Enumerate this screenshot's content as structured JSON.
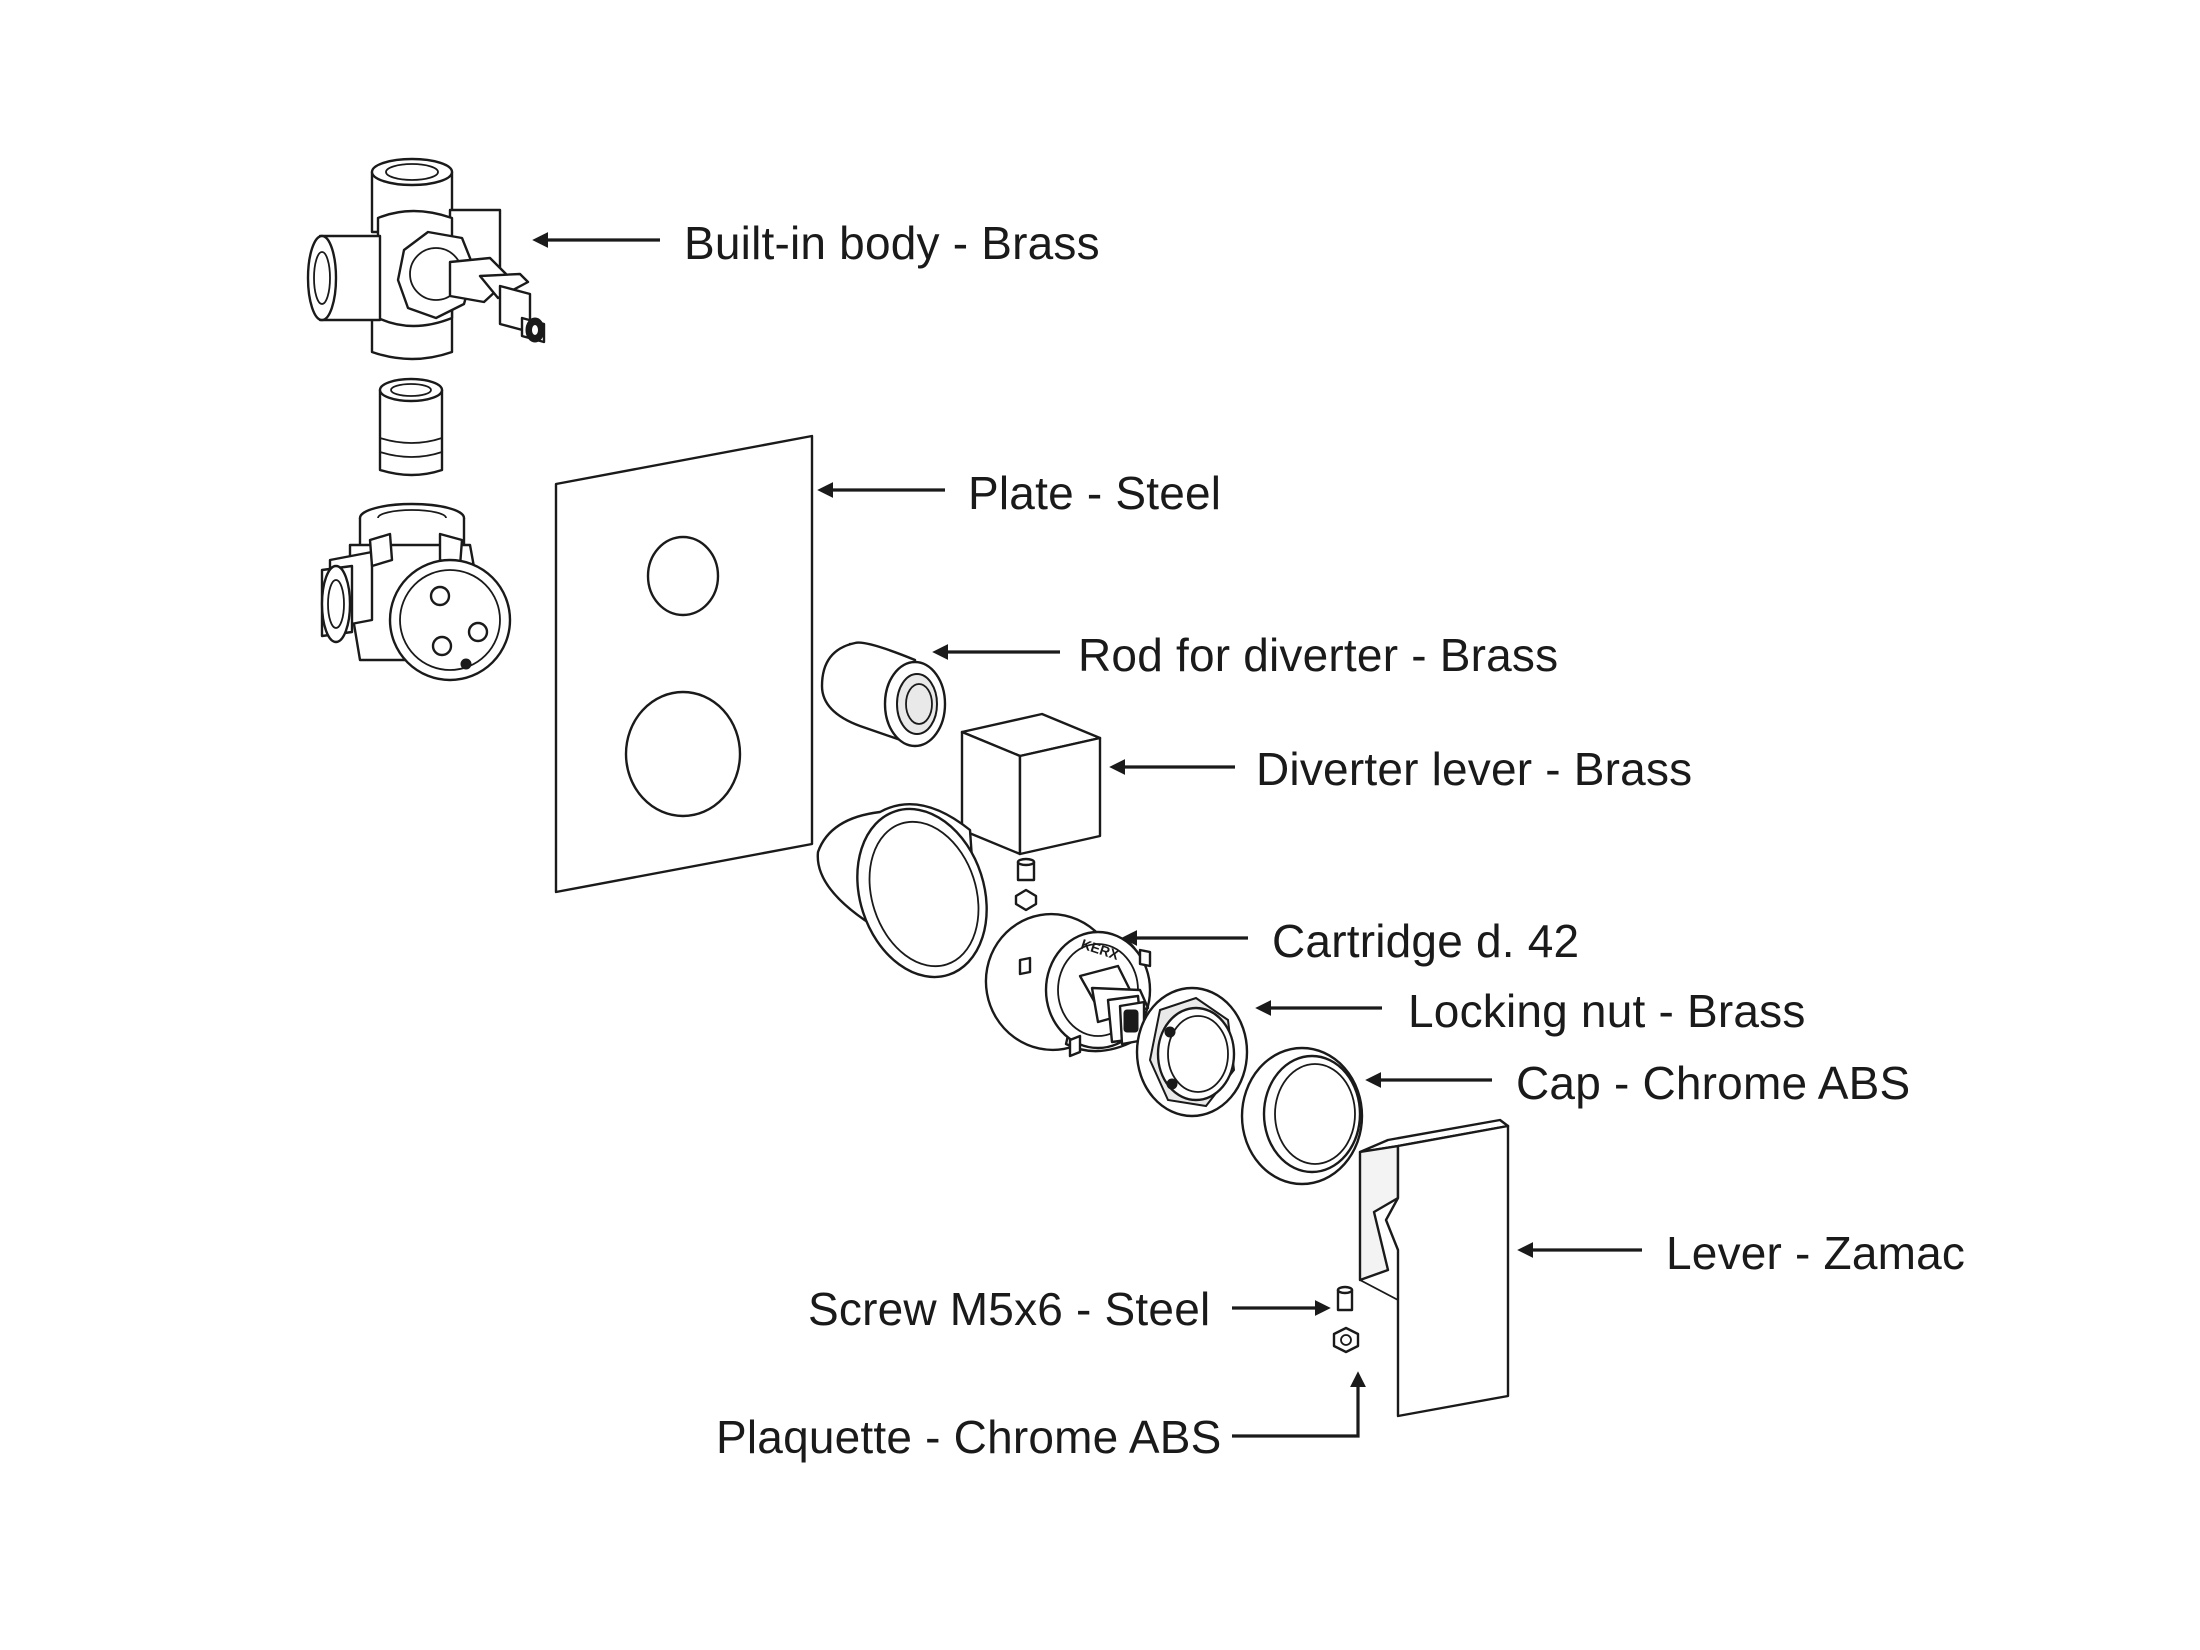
{
  "labels": {
    "built_in_body": "Built-in body - Brass",
    "plate": "Plate - Steel",
    "rod": "Rod for diverter - Brass",
    "diverter_lever": "Diverter lever - Brass",
    "cartridge": "Cartridge d. 42",
    "locking_nut": "Locking nut - Brass",
    "cap": "Cap - Chrome ABS",
    "lever": "Lever - Zamac",
    "screw": "Screw M5x6 - Steel",
    "plaquette": "Plaquette - Chrome ABS"
  },
  "cartridge_brand": "KERX",
  "colors": {
    "ink": "#1a1a1a",
    "background": "#ffffff"
  }
}
